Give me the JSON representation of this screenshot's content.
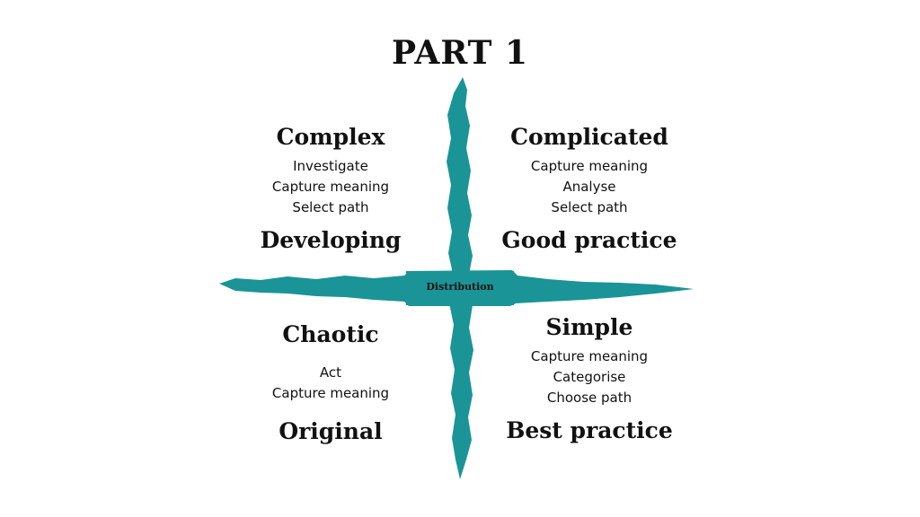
{
  "title": "PART 1",
  "center_label": "Distribution",
  "accent_color": "#1a9497",
  "quadrants": {
    "complex": {
      "heading": "Complex",
      "items": [
        "Investigate",
        "Capture meaning",
        "Select path"
      ],
      "footer": "Developing"
    },
    "complicated": {
      "heading": "Complicated",
      "items": [
        "Capture meaning",
        "Analyse",
        "Select path"
      ],
      "footer": "Good practice"
    },
    "chaotic": {
      "heading": "Chaotic",
      "items": [
        "Act",
        "Capture meaning"
      ],
      "footer": "Original"
    },
    "simple": {
      "heading": "Simple",
      "items": [
        "Capture meaning",
        "Categorise",
        "Choose path"
      ],
      "footer": "Best practice"
    }
  }
}
